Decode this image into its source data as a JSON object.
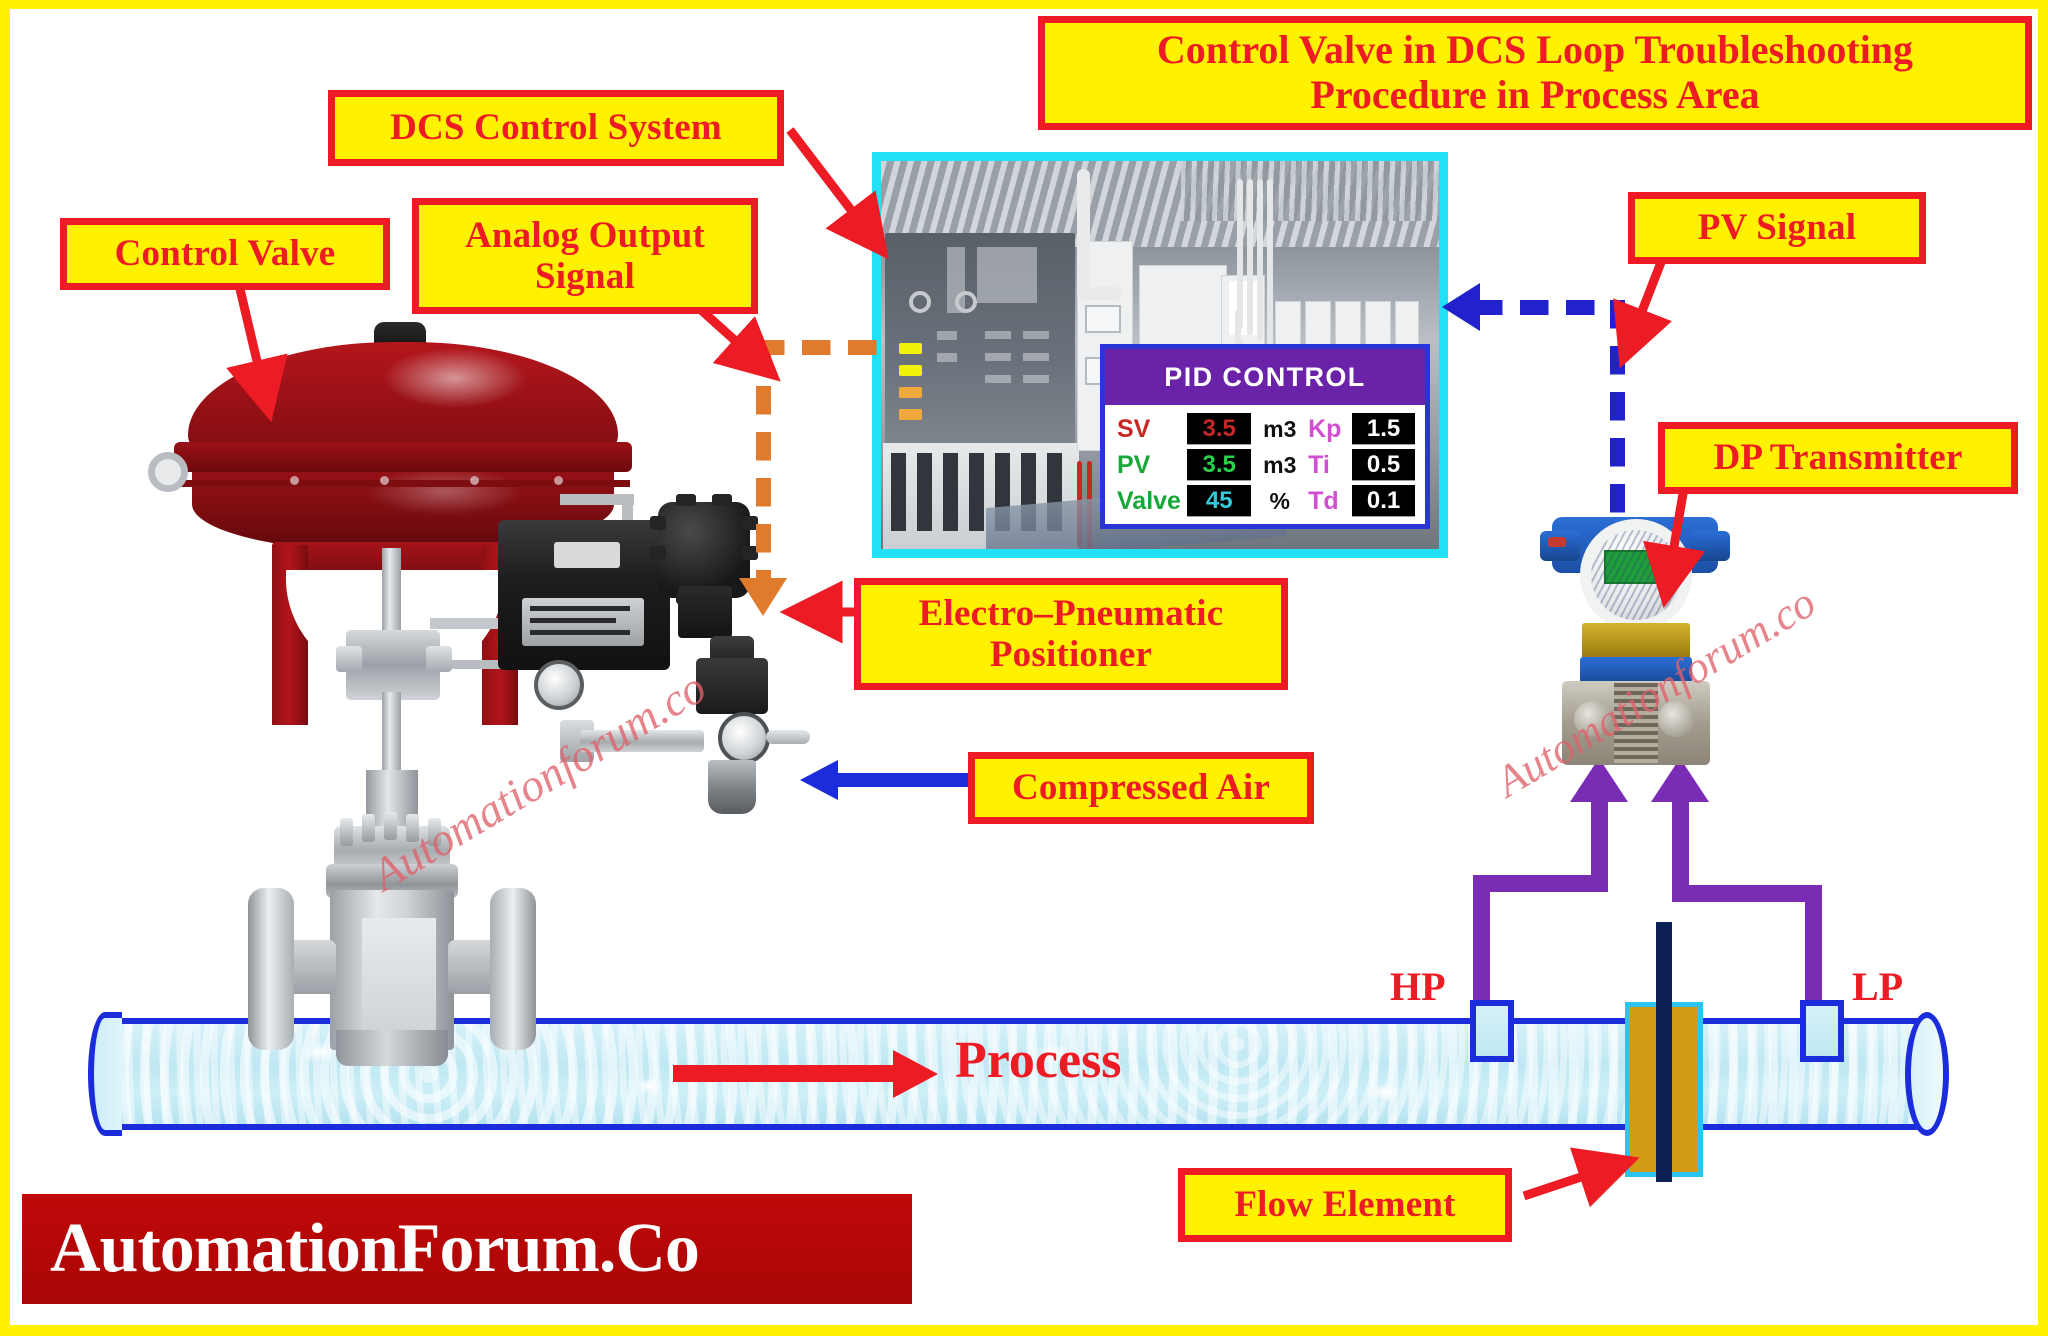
{
  "title": {
    "line1": "Control Valve in DCS Loop Troubleshooting",
    "line2": "Procedure in Process Area"
  },
  "labels": {
    "dcs_control_system": "DCS Control System",
    "control_valve": "Control Valve",
    "analog_output_signal_l1": "Analog Output",
    "analog_output_signal_l2": "Signal",
    "pv_signal": "PV Signal",
    "dp_transmitter": "DP Transmitter",
    "electro_pneumatic_l1": "Electro–Pneumatic",
    "electro_pneumatic_l2": "Positioner",
    "compressed_air": "Compressed Air",
    "flow_element": "Flow Element",
    "process": "Process",
    "hp": "HP",
    "lp": "LP"
  },
  "pid_panel": {
    "header": "PID CONTROL",
    "rows": [
      {
        "name": "SV",
        "value": "3.5",
        "unit": "m3",
        "tune_name": "Kp",
        "tune_value": "1.5"
      },
      {
        "name": "PV",
        "value": "3.5",
        "unit": "m3",
        "tune_name": "Ti",
        "tune_value": "0.5"
      },
      {
        "name": "Valve",
        "value": "45",
        "unit": "%",
        "tune_name": "Td",
        "tune_value": "0.1"
      }
    ]
  },
  "footer": {
    "logo_text": "AutomationForum.Co"
  },
  "watermark": {
    "text": "Automationforum.co"
  },
  "colors": {
    "label_fill": "#FFF200",
    "label_border": "#ED1C24",
    "label_text": "#ED1C24",
    "frame": "#FFF200",
    "dcs_border": "#22E0F5",
    "pid_header": "#6A22A8",
    "pid_border": "#2A35D8",
    "sv_value": "#C62828",
    "pv_value": "#27D14A",
    "valve_value": "#35C8D8",
    "tune_label": "#D14FD1",
    "analog_signal": "#E07B2E",
    "pv_signal_line": "#2222CC",
    "impulse_line": "#7B2CB5",
    "pipe_outline": "#1B2DDB",
    "pipe_fluid": "#BFE8F3",
    "flow_element": "#D39A14",
    "flow_element_border": "#2BC4F0",
    "logo_bg": "#B80707",
    "actuator": "#8E0F14"
  }
}
